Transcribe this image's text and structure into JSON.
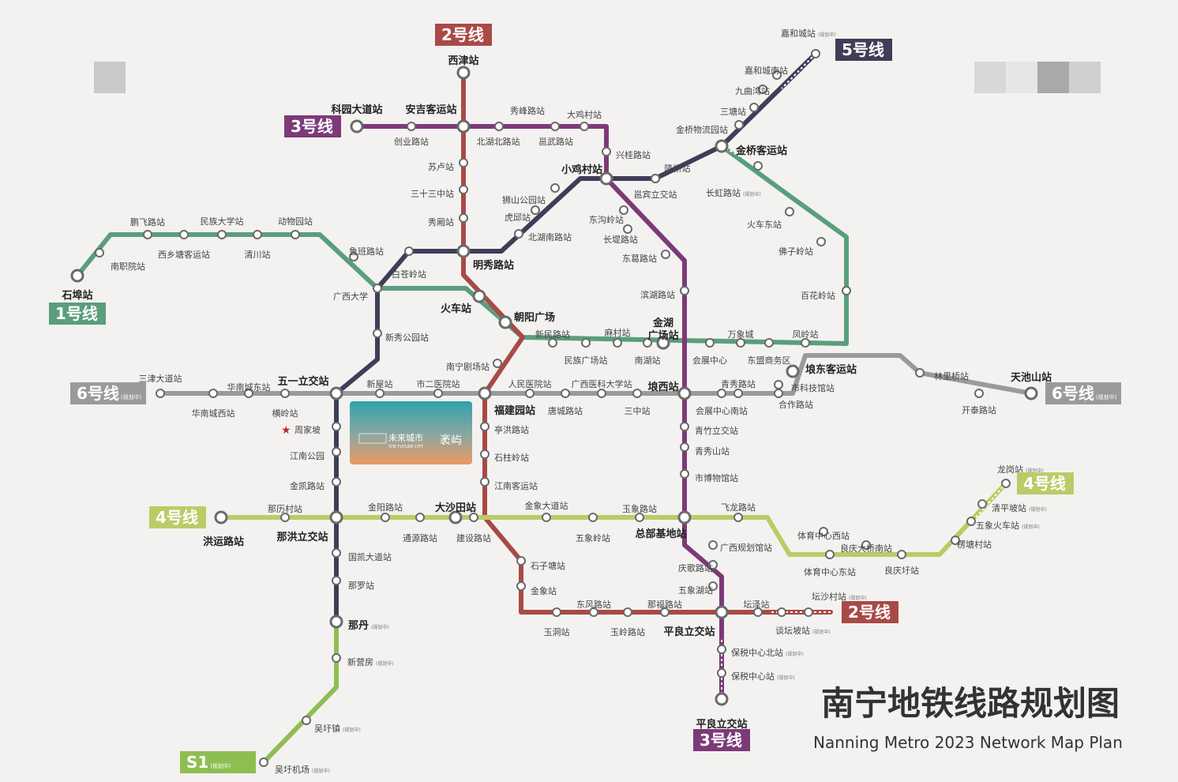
{
  "title_cn": "南宁地铁线路规划图",
  "title_en": "Nanning Metro 2023 Network Map Plan",
  "planned_mark": "(规划中)",
  "ad": {
    "brand": "未来城市",
    "name": "袤屿",
    "sub": "THE FUTURE CITY"
  },
  "colors": {
    "line1": "#5a9e7c",
    "line2": "#a84a45",
    "line3": "#7c3a78",
    "line4": "#b9cc66",
    "line5": "#3f3d58",
    "line6": "#9a9a9a",
    "lineS1": "#8ebe52"
  },
  "line_labels": [
    {
      "text": "2号线",
      "color": "#a84a45"
    },
    {
      "text": "3号线",
      "color": "#7c3a78"
    },
    {
      "text": "5号线",
      "color": "#3f3d58"
    },
    {
      "text": "1号线",
      "color": "#5a9e7c"
    },
    {
      "text": "6号线",
      "color": "#9a9a9a",
      "sub": "(规划中)"
    },
    {
      "text": "6号线",
      "color": "#9a9a9a",
      "sub": "(规划中)"
    },
    {
      "text": "4号线",
      "color": "#b9cc66"
    },
    {
      "text": "4号线",
      "color": "#b9cc66"
    },
    {
      "text": "2号线",
      "color": "#a84a45"
    },
    {
      "text": "3号线",
      "color": "#7c3a78"
    },
    {
      "text": "S1",
      "color": "#8ebe52",
      "sub": "(规划中)"
    }
  ],
  "stations": [
    {
      "name": "西津站",
      "bold": true
    },
    {
      "name": "科园大道站",
      "bold": true
    },
    {
      "name": "安吉客运站",
      "bold": true
    },
    {
      "name": "秀峰路站"
    },
    {
      "name": "大鸡村站"
    },
    {
      "name": "创业路站"
    },
    {
      "name": "北湖北路站"
    },
    {
      "name": "邕武路站"
    },
    {
      "name": "兴桂路站"
    },
    {
      "name": "苏卢站"
    },
    {
      "name": "小鸡村站",
      "bold": true
    },
    {
      "name": "降桥站"
    },
    {
      "name": "邕宾立交站"
    },
    {
      "name": "三十三中站"
    },
    {
      "name": "狮山公园站"
    },
    {
      "name": "虎邱站"
    },
    {
      "name": "秀厢站"
    },
    {
      "name": "东沟岭站"
    },
    {
      "name": "北湖南路站"
    },
    {
      "name": "长堤路站"
    },
    {
      "name": "明秀路站",
      "bold": true
    },
    {
      "name": "东葛路站"
    },
    {
      "name": "白苍岭站"
    },
    {
      "name": "火车站",
      "bold": true
    },
    {
      "name": "朝阳广场",
      "bold": true
    },
    {
      "name": "新民路站"
    },
    {
      "name": "麻村站"
    },
    {
      "name": "金湖",
      "bold": true
    },
    {
      "name": "广场站",
      "bold": true
    },
    {
      "name": "万象城"
    },
    {
      "name": "凤岭站"
    },
    {
      "name": "滨湖路站"
    },
    {
      "name": "民族广场站"
    },
    {
      "name": "南湖站"
    },
    {
      "name": "会展中心"
    },
    {
      "name": "东盟商务区"
    },
    {
      "name": "嘉和城站",
      "planned": true
    },
    {
      "name": "嘉和城南站"
    },
    {
      "name": "九曲湾站"
    },
    {
      "name": "三塘站"
    },
    {
      "name": "金桥物流园站"
    },
    {
      "name": "金桥客运站",
      "bold": true
    },
    {
      "name": "长虹路站",
      "planned": true
    },
    {
      "name": "火车东站"
    },
    {
      "name": "佛子岭站"
    },
    {
      "name": "百花岭站"
    },
    {
      "name": "鹏飞路站"
    },
    {
      "name": "民族大学站"
    },
    {
      "name": "动物园站"
    },
    {
      "name": "南职院站"
    },
    {
      "name": "西乡塘客运站"
    },
    {
      "name": "清川站"
    },
    {
      "name": "鲁班路站"
    },
    {
      "name": "石埠站",
      "bold": true
    },
    {
      "name": "广西大学"
    },
    {
      "name": "新秀公园站"
    },
    {
      "name": "三津大道站"
    },
    {
      "name": "华南城东站"
    },
    {
      "name": "五一立交站",
      "bold": true
    },
    {
      "name": "新屋站"
    },
    {
      "name": "市二医院站"
    },
    {
      "name": "南宁剧场站"
    },
    {
      "name": "人民医院站"
    },
    {
      "name": "广西医科大学站"
    },
    {
      "name": "埌西站",
      "bold": true
    },
    {
      "name": "青秀路站"
    },
    {
      "name": "埌东客运站",
      "bold": true
    },
    {
      "name": "市科技馆站"
    },
    {
      "name": "合作路站"
    },
    {
      "name": "林里桥站"
    },
    {
      "name": "天池山站",
      "bold": true
    },
    {
      "name": "开泰路站"
    },
    {
      "name": "华南城西站"
    },
    {
      "name": "横岭站"
    },
    {
      "name": "福建园站",
      "bold": true
    },
    {
      "name": "唐城路站"
    },
    {
      "name": "三中站"
    },
    {
      "name": "会展中心南站"
    },
    {
      "name": "周家坡"
    },
    {
      "name": "亭洪路站"
    },
    {
      "name": "青竹立交站"
    },
    {
      "name": "青秀山站"
    },
    {
      "name": "江南公园"
    },
    {
      "name": "石柱岭站"
    },
    {
      "name": "市博物馆站"
    },
    {
      "name": "金凯路站"
    },
    {
      "name": "江南客运站"
    },
    {
      "name": "龙岗站",
      "planned": true
    },
    {
      "name": "那历村站"
    },
    {
      "name": "金阳路站"
    },
    {
      "name": "大沙田站",
      "bold": true
    },
    {
      "name": "金象大道站"
    },
    {
      "name": "玉象路站"
    },
    {
      "name": "飞龙路站"
    },
    {
      "name": "清平坡站",
      "planned": true
    },
    {
      "name": "五象火车站",
      "planned": true
    },
    {
      "name": "洪运路站",
      "bold": true
    },
    {
      "name": "那洪立交站",
      "bold": true
    },
    {
      "name": "通源路站"
    },
    {
      "name": "建设路站"
    },
    {
      "name": "五象岭站"
    },
    {
      "name": "总部基地站",
      "bold": true
    },
    {
      "name": "广西规划馆站"
    },
    {
      "name": "体育中心西站"
    },
    {
      "name": "良庆大桥南站"
    },
    {
      "name": "楞塘村站"
    },
    {
      "name": "国凯大道站"
    },
    {
      "name": "石子塘站"
    },
    {
      "name": "体育中心东站"
    },
    {
      "name": "良庆圩站"
    },
    {
      "name": "那罗站"
    },
    {
      "name": "金象站"
    },
    {
      "name": "庆歌路站"
    },
    {
      "name": "五象湖站"
    },
    {
      "name": "坛沙村站",
      "planned": true
    },
    {
      "name": "东风路站"
    },
    {
      "name": "那福路站"
    },
    {
      "name": "坛泽站"
    },
    {
      "name": "那丹",
      "bold": true,
      "planned": true
    },
    {
      "name": "玉洞站"
    },
    {
      "name": "玉岭路站"
    },
    {
      "name": "平良立交站",
      "bold": true
    },
    {
      "name": "谈坛坡站",
      "planned": true
    },
    {
      "name": "保税中心北站",
      "planned": true
    },
    {
      "name": "新营房",
      "planned": true
    },
    {
      "name": "保税中心站",
      "planned": true
    },
    {
      "name": "平良立交站",
      "bold": true
    },
    {
      "name": "吴圩镇",
      "planned": true
    },
    {
      "name": "吴圩机场",
      "planned": true
    }
  ]
}
